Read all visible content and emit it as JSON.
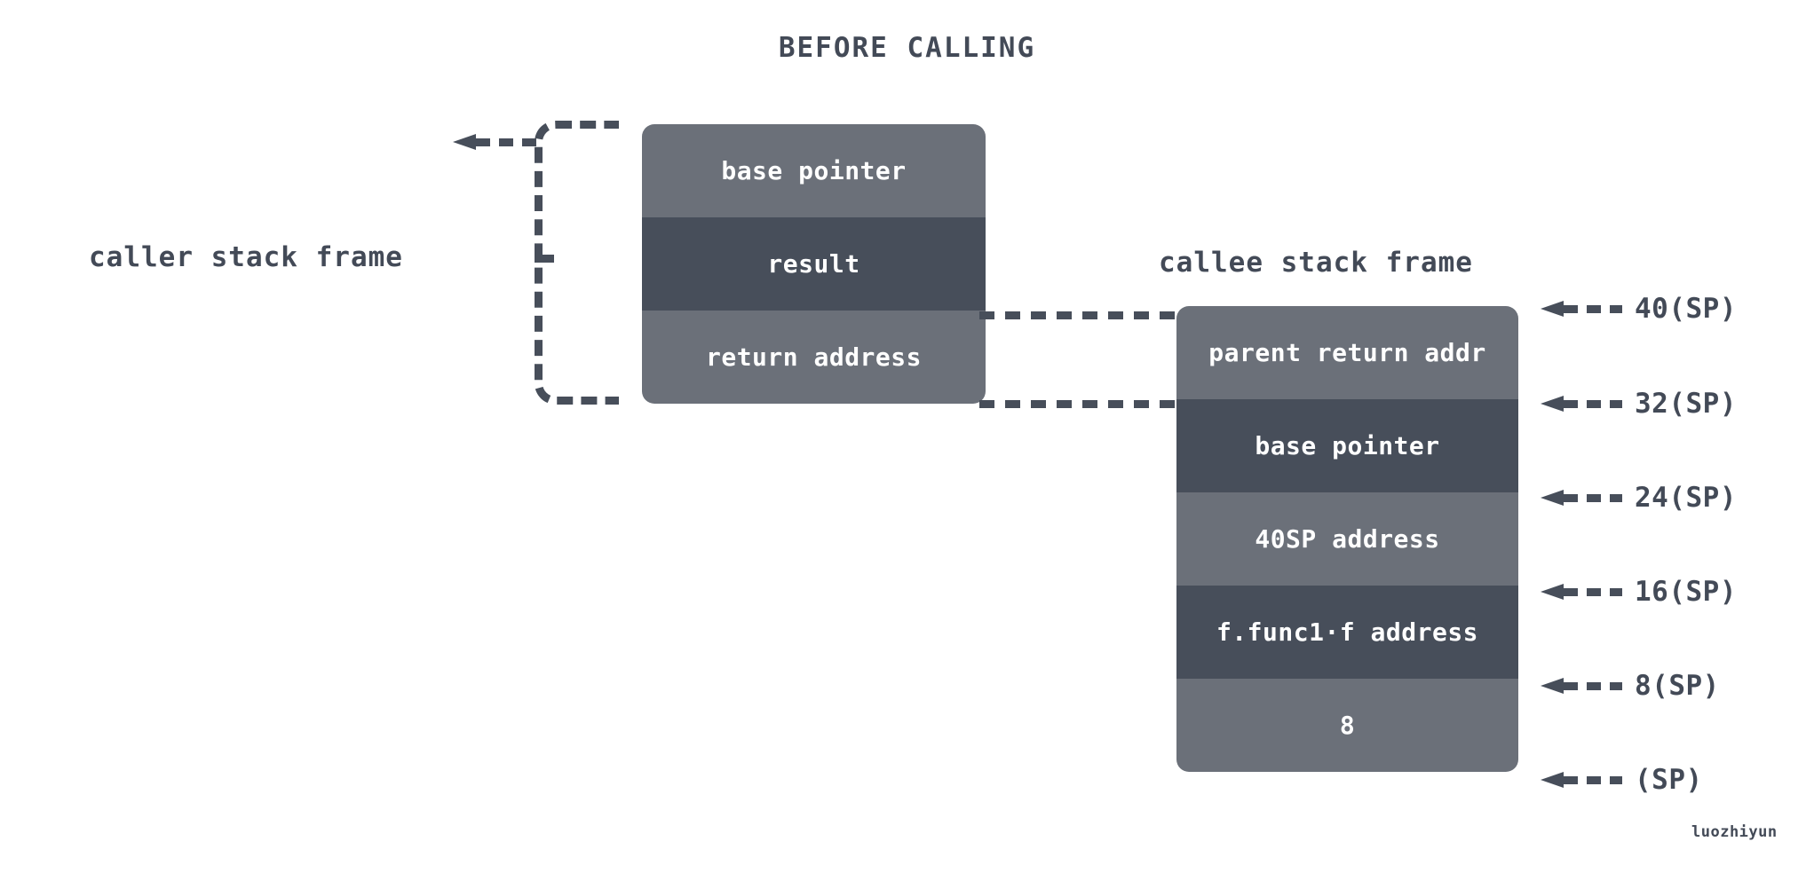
{
  "title": "BEFORE CALLING",
  "colors": {
    "cell_light": "#6b7079",
    "cell_dark": "#474e5a",
    "text": "#434a57",
    "background": "#ffffff"
  },
  "caller": {
    "label": "caller stack frame",
    "cells": [
      {
        "text": "base pointer",
        "tone": "light"
      },
      {
        "text": "result",
        "tone": "dark"
      },
      {
        "text": "return address",
        "tone": "light"
      }
    ]
  },
  "callee": {
    "label": "callee stack frame",
    "cells": [
      {
        "text": "parent return addr",
        "tone": "light"
      },
      {
        "text": "base pointer",
        "tone": "dark"
      },
      {
        "text": "40SP address",
        "tone": "light"
      },
      {
        "text": "f.func1·f address",
        "tone": "dark"
      },
      {
        "text": "8",
        "tone": "light"
      }
    ]
  },
  "sp_markers": [
    {
      "label": "40(SP)"
    },
    {
      "label": "32(SP)"
    },
    {
      "label": "24(SP)"
    },
    {
      "label": "16(SP)"
    },
    {
      "label": "8(SP)"
    },
    {
      "label": "(SP)"
    }
  ],
  "watermark": "luozhiyun"
}
